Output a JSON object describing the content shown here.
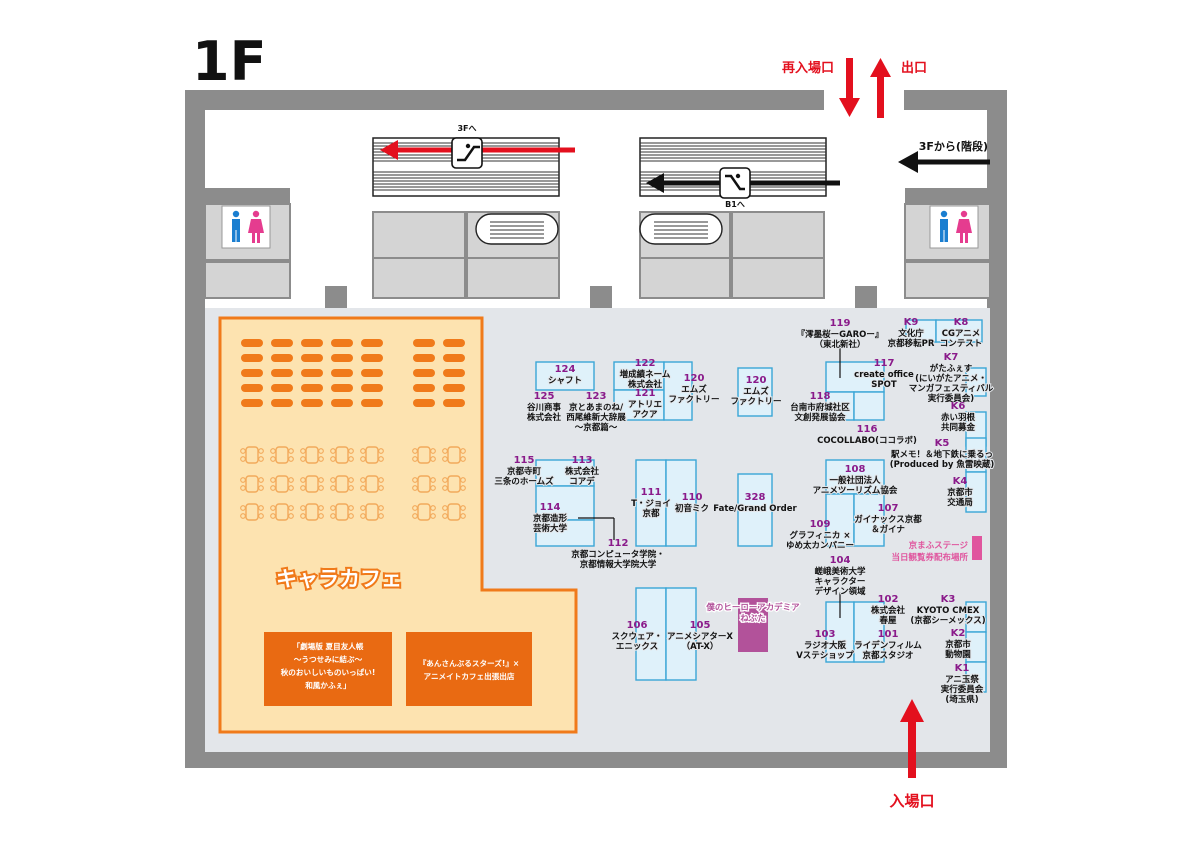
{
  "floor": {
    "title": "1F"
  },
  "signs": {
    "reentry": "再入場口",
    "exit": "出口",
    "from_3f": "3Fから(階段)",
    "to_3f": "3Fへ",
    "to_b1": "B1へ",
    "entrance": "入場口"
  },
  "cafe": {
    "title": "キャラカフェ",
    "box1": [
      "「劇場版 夏目友人帳",
      "〜うつせみに結ぶ〜",
      "秋のおいしいものいっぱい!",
      "和風かふぇ」"
    ],
    "box2": [
      "『あんさんぶるスターズ!』×",
      "アニメイトカフェ出張出店"
    ]
  },
  "booths": [
    {
      "num": "124",
      "label": [
        "シャフト"
      ]
    },
    {
      "num": "125",
      "label": [
        "谷川商事",
        "株式会社"
      ]
    },
    {
      "num": "123",
      "label": [
        "京とあまのね/",
        "西尾維新大辞展",
        "〜京都篇〜"
      ]
    },
    {
      "num": "122",
      "label": [
        "増成績ネーム",
        "株式会社"
      ]
    },
    {
      "num": "121",
      "label": [
        "アトリエ",
        "アクア"
      ]
    },
    {
      "num": "120",
      "label": [
        "エムズ",
        "ファクトリー"
      ]
    },
    {
      "num": "120",
      "label": [
        "エムズ",
        "ファクトリー"
      ]
    },
    {
      "num": "119",
      "label": [
        "『澪墨桜ーGAROー』",
        "（東北新社）"
      ]
    },
    {
      "num": "117",
      "label": [
        "create office",
        "SPOT"
      ]
    },
    {
      "num": "118",
      "label": [
        "台南市府城社区",
        "文創発展協会"
      ]
    },
    {
      "num": "116",
      "label": [
        "COCOLLABO(ココラボ)"
      ]
    },
    {
      "num": "K9",
      "label": [
        "文化庁",
        "京都移転PR"
      ]
    },
    {
      "num": "K8",
      "label": [
        "CGアニメ",
        "コンテスト"
      ]
    },
    {
      "num": "K7",
      "label": [
        "がたふぇす",
        "(にいがたアニメ・",
        "マンガフェスティバル",
        "実行委員会)"
      ]
    },
    {
      "num": "K6",
      "label": [
        "赤い羽根",
        "共同募金"
      ]
    },
    {
      "num": "K5",
      "label": [
        "駅メモ！＆地下鉄に乗るっ",
        "(Produced by 魚雷映蔵)"
      ]
    },
    {
      "num": "K4",
      "label": [
        "京都市",
        "交通局"
      ]
    },
    {
      "num": "115",
      "label": [
        "京都寺町",
        "三条のホームズ"
      ]
    },
    {
      "num": "113",
      "label": [
        "株式会社",
        "コアデ"
      ]
    },
    {
      "num": "114",
      "label": [
        "京都造形",
        "芸術大学"
      ]
    },
    {
      "num": "112",
      "label": [
        "京都コンピュータ学院・",
        "京都情報大学院大学"
      ]
    },
    {
      "num": "111",
      "label": [
        "T・ジョイ",
        "京都"
      ]
    },
    {
      "num": "110",
      "label": [
        "初音ミク"
      ]
    },
    {
      "num": "328",
      "label": [
        "Fate/Grand Order"
      ]
    },
    {
      "num": "108",
      "label": [
        "一般社団法人",
        "アニメツーリズム協会"
      ]
    },
    {
      "num": "107",
      "label": [
        "ガイナックス京都",
        "＆ガイナ"
      ]
    },
    {
      "num": "109",
      "label": [
        "グラフィニカ ×",
        "ゆめ太カンパニー"
      ]
    },
    {
      "num": "104",
      "label": [
        "嵯峨美術大学",
        "キャラクター",
        "デザイン領域"
      ]
    },
    {
      "num": "102",
      "label": [
        "株式会社",
        "春屋"
      ]
    },
    {
      "num": "103",
      "label": [
        "ラジオ大阪",
        "Vステショップ"
      ]
    },
    {
      "num": "101",
      "label": [
        "ライデンフィルム",
        "京都スタジオ"
      ]
    },
    {
      "num": "106",
      "label": [
        "スクウェア・",
        "エニックス"
      ]
    },
    {
      "num": "105",
      "label": [
        "アニメシアターX",
        "（AT-X）"
      ]
    },
    {
      "num": "K3",
      "label": [
        "KYOTO CMEX",
        "(京都シーメックス)"
      ]
    },
    {
      "num": "K2",
      "label": [
        "京都市",
        "動物園"
      ]
    },
    {
      "num": "K1",
      "label": [
        "アニ玉祭",
        "実行委員会",
        "(埼玉県)"
      ]
    }
  ],
  "special": {
    "hero_academia": [
      "僕のヒーローアカデミア",
      "ねぶた"
    ],
    "stage": [
      "京まふステージ",
      "当日観覧券配布場所"
    ]
  },
  "colors": {
    "floor_gray": "#8c8c8c",
    "hall_fill": "#e3e6ea",
    "cafe_fill": "#fde3b0",
    "cafe_orange": "#f07a1a",
    "booth_blue": "#3aa6d6",
    "booth_num": "#8a1a8a",
    "arrow_red": "#e3101e",
    "stage_pink": "#e0559e"
  }
}
